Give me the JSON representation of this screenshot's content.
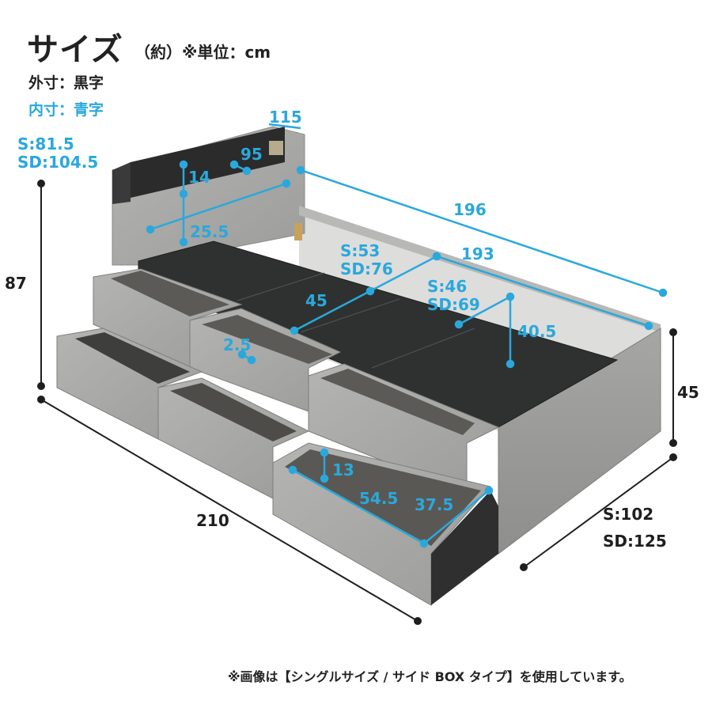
{
  "header": {
    "title": "サイズ",
    "unit_note": "（約）※単位：cm",
    "legend_outer": "外寸：黒字",
    "legend_inner": "内寸：青字"
  },
  "dimensions": {
    "outer": {
      "total_height": "87",
      "length": "210",
      "side_height": "45",
      "width_s": "S:102",
      "width_sd": "SD:125"
    },
    "inner": {
      "headboard_width": "115",
      "shelf_s": "S:81.5",
      "shelf_sd": "SD:104.5",
      "shelf_depth": "95",
      "shelf_height": "14",
      "shelf_offset": "25.5",
      "inner_length": "196",
      "board_length": "193",
      "board_width_s": "S:53",
      "board_width_sd": "SD:76",
      "storage_width_s": "S:46",
      "storage_width_sd": "SD:69",
      "board_depth": "45",
      "storage_height": "40.5",
      "small_gap": "2.5",
      "drawer_height": "13",
      "drawer_length": "54.5",
      "drawer_width": "37.5"
    }
  },
  "footnote": "※画像は【シングルサイズ / サイド BOX タイプ】を使用しています。",
  "colors": {
    "dimension_blue": "#2aa8dc",
    "outer_black": "#1e1e1e",
    "frame_gray": "#a9a9a9",
    "board_dark": "#2f3130"
  }
}
